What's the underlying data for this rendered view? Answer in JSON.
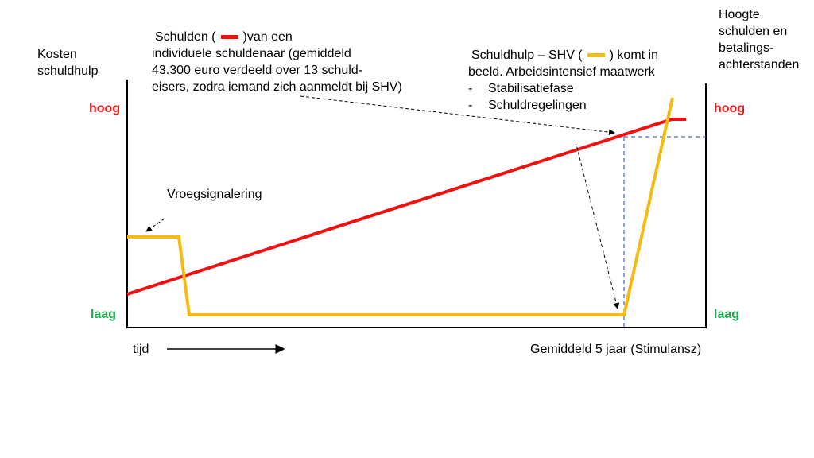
{
  "colors": {
    "debt_line": "#ee1111",
    "help_line": "#f5bb12",
    "high_label": "#e31b1b",
    "low_label": "#1fa84f",
    "guide_line": "#4a72c4"
  },
  "left_axis": {
    "title_lines": [
      "Kosten",
      "schuldhulp"
    ],
    "high": "hoog",
    "low": "laag"
  },
  "right_axis": {
    "title_lines": [
      "Hoogte",
      "schulden en",
      "betalings-",
      "achterstanden"
    ],
    "high": "hoog",
    "low": "laag"
  },
  "x_axis": {
    "start_label": "tijd",
    "end_label": "Gemiddeld 5 jaar (Stimulansz)"
  },
  "annotations": {
    "debt": {
      "prefix": "Schulden (",
      "suffix": ")van een",
      "lines": [
        "individuele schuldenaar (gemiddeld",
        "43.300 euro verdeeld over 13 schuld-",
        "eisers, zodra iemand zich aanmeldt bij SHV)"
      ]
    },
    "help": {
      "prefix": "Schuldhulp – SHV (",
      "suffix": ") komt in",
      "line2": "beeld. Arbeidsintensief maatwerk",
      "bullets": [
        "Stabilisatiefase",
        "Schuldregelingen"
      ]
    },
    "early": "Vroegsignalering"
  }
}
